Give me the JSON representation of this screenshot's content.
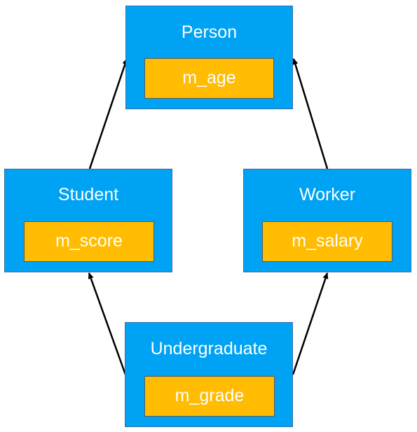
{
  "classes": {
    "person": {
      "name": "Person",
      "attribute": "m_age"
    },
    "student": {
      "name": "Student",
      "attribute": "m_score"
    },
    "worker": {
      "name": "Worker",
      "attribute": "m_salary"
    },
    "undergraduate": {
      "name": "Undergraduate",
      "attribute": "m_grade"
    }
  },
  "edges": [
    {
      "from": "Student",
      "to": "Person"
    },
    {
      "from": "Worker",
      "to": "Person"
    },
    {
      "from": "Undergraduate",
      "to": "Student"
    },
    {
      "from": "Undergraduate",
      "to": "Worker"
    }
  ],
  "colors": {
    "class_fill": "#00a2f3",
    "class_border": "#3b6fa8",
    "attribute_fill": "#ffbc00",
    "text": "#ffffff",
    "arrow": "#000000"
  }
}
